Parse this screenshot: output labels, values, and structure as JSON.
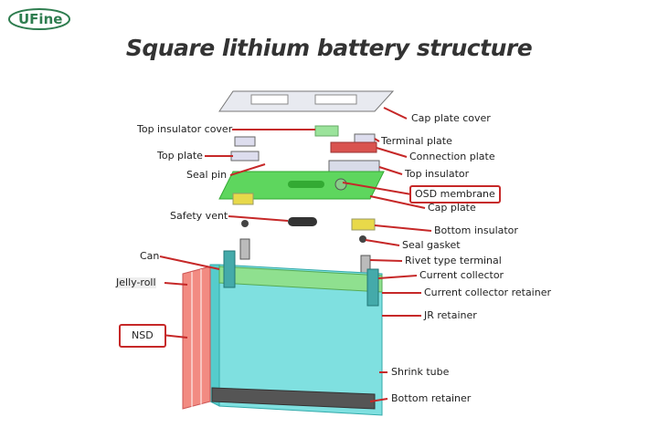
{
  "logo": {
    "text": "UFine"
  },
  "title": "Square lithium battery structure",
  "labels": {
    "cap_plate_cover": "Cap plate cover",
    "terminal_plate": "Terminal plate",
    "connection_plate": "Connection plate",
    "top_insulator": "Top insulator",
    "osd_membrane": "OSD membrane",
    "cap_plate": "Cap plate",
    "bottom_insulator": "Bottom insulator",
    "seal_gasket": "Seal gasket",
    "rivet_type_terminal": "Rivet type terminal",
    "current_collector": "Current collector",
    "current_collector_retainer": "Current collector retainer",
    "jr_retainer": "JR retainer",
    "shrink_tube": "Shrink tube",
    "bottom_retainer": "Bottom retainer",
    "top_insulator_cover": "Top insulator cover",
    "top_plate": "Top plate",
    "seal_pin": "Seal pin",
    "safety_vent": "Safety vent",
    "can": "Can",
    "jelly_roll": "Jelly-roll",
    "nsd": "NSD"
  },
  "colors": {
    "arrow": "#c62828",
    "can": "#7fe0e0",
    "cap": "#5ed65e",
    "brand": "#2e7d4f"
  }
}
